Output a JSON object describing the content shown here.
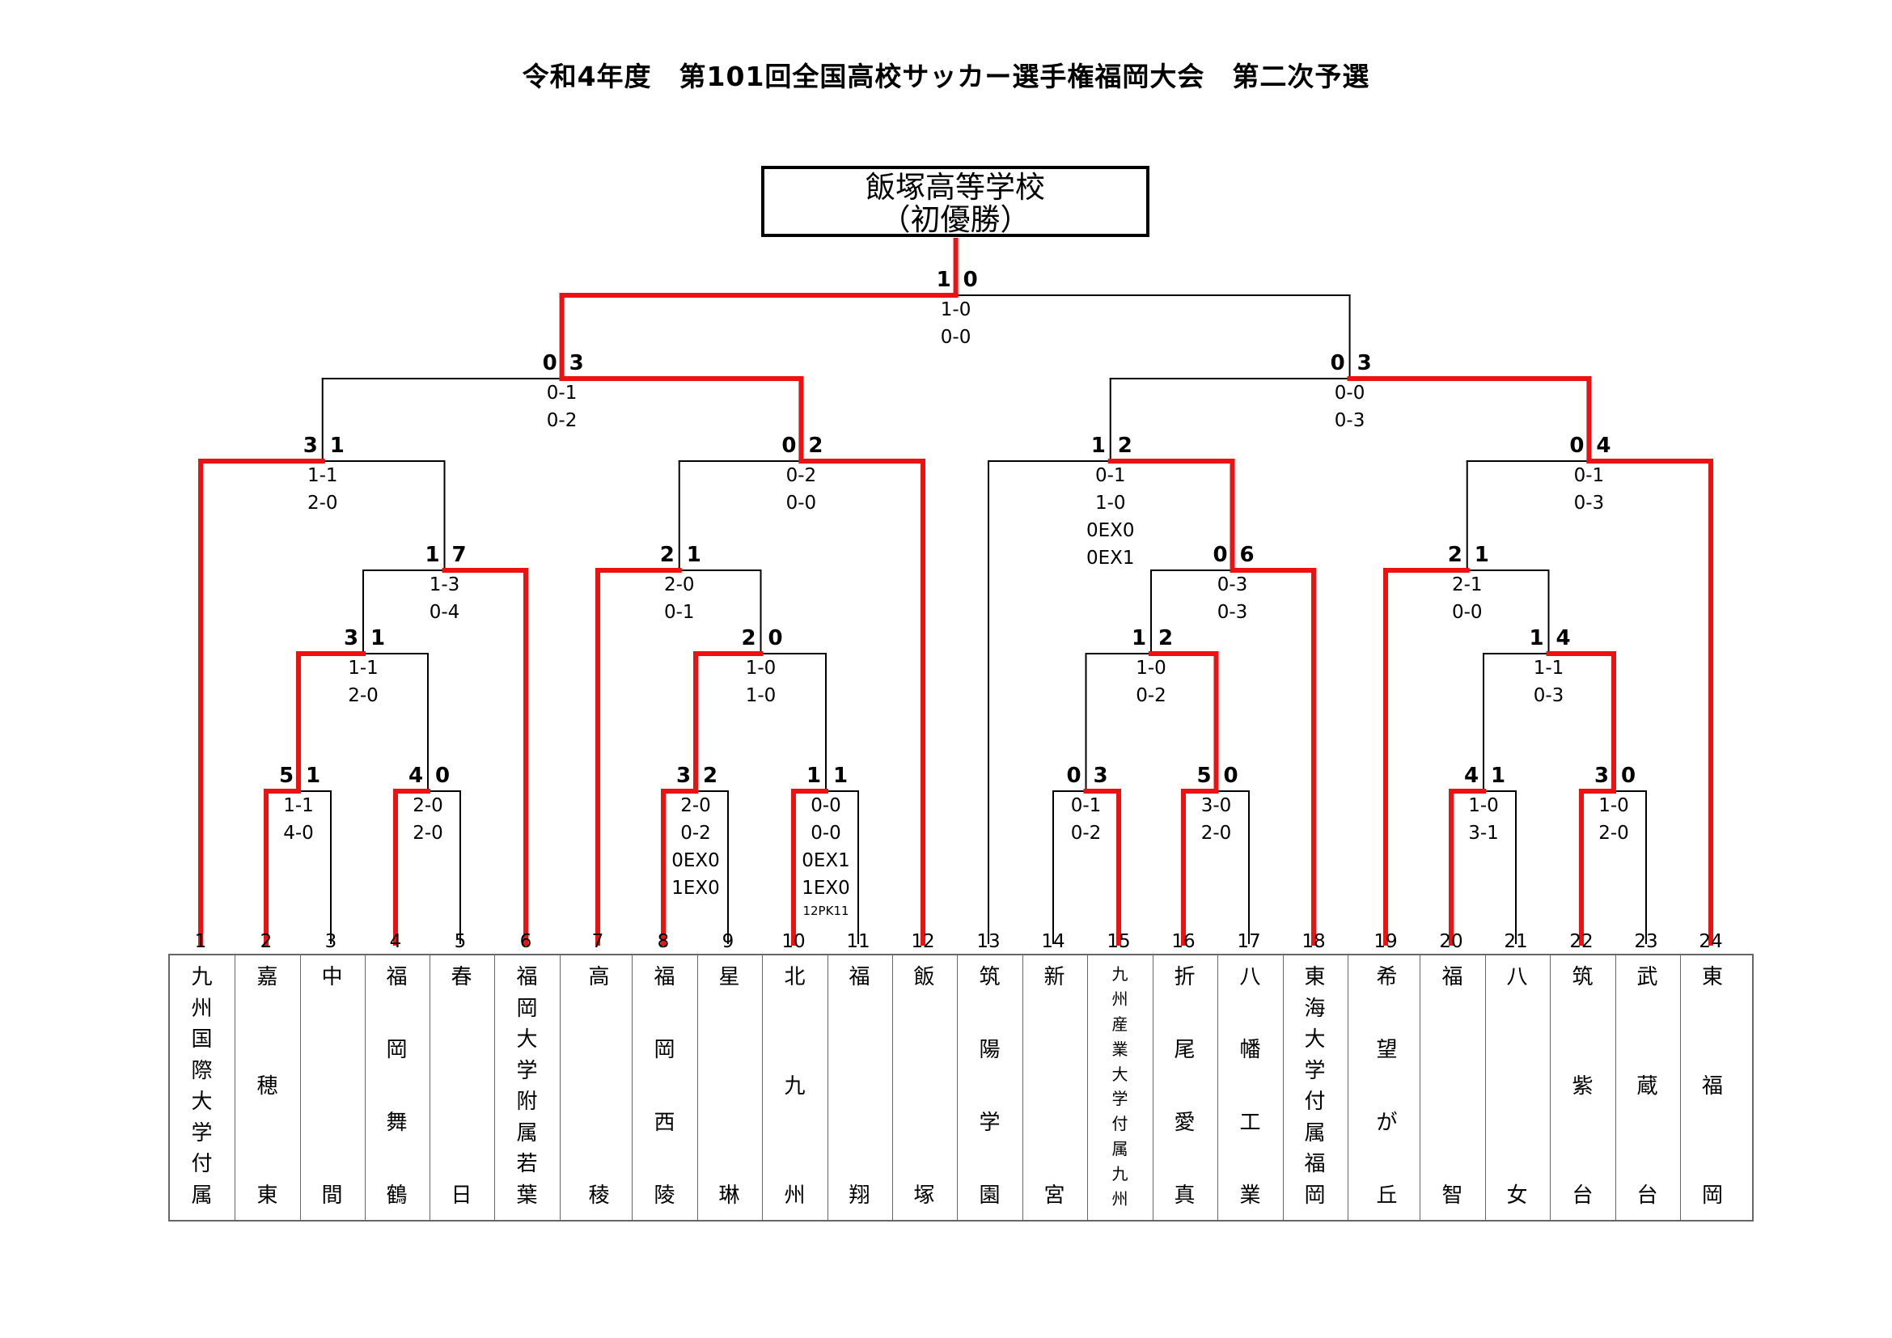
{
  "title": "令和4年度　第101回全国高校サッカー選手権福岡大会　第二次予選",
  "champion": {
    "name": "飯塚高等学校",
    "note": "（初優勝）"
  },
  "colors": {
    "winner_path": "#ee1111",
    "line": "#000000",
    "border": "#666666"
  },
  "teams": [
    {
      "no": "1",
      "name": "九州国際大学付属"
    },
    {
      "no": "2",
      "name": "嘉穂東"
    },
    {
      "no": "3",
      "name": "中間"
    },
    {
      "no": "4",
      "name": "福岡舞鶴"
    },
    {
      "no": "5",
      "name": "春日"
    },
    {
      "no": "6",
      "name": "福岡大学附属若葉"
    },
    {
      "no": "7",
      "name": "高稜"
    },
    {
      "no": "8",
      "name": "福岡西陵"
    },
    {
      "no": "9",
      "name": "星琳"
    },
    {
      "no": "10",
      "name": "北九州"
    },
    {
      "no": "11",
      "name": "福翔"
    },
    {
      "no": "12",
      "name": "飯塚"
    },
    {
      "no": "13",
      "name": "筑陽学園"
    },
    {
      "no": "14",
      "name": "新宮"
    },
    {
      "no": "15",
      "name": "九州産業大学付属九州"
    },
    {
      "no": "16",
      "name": "折尾愛真"
    },
    {
      "no": "17",
      "name": "八幡工業"
    },
    {
      "no": "18",
      "name": "東海大学付属福岡"
    },
    {
      "no": "19",
      "name": "希望が丘"
    },
    {
      "no": "20",
      "name": "福智"
    },
    {
      "no": "21",
      "name": "八女"
    },
    {
      "no": "22",
      "name": "筑紫台"
    },
    {
      "no": "23",
      "name": "武蔵台"
    },
    {
      "no": "24",
      "name": "東福岡"
    }
  ],
  "matches": [
    {
      "id": "m2v3",
      "left": "5",
      "right": "1",
      "halves": [
        "1-1",
        "4-0"
      ]
    },
    {
      "id": "m4v5",
      "left": "4",
      "right": "0",
      "halves": [
        "2-0",
        "2-0"
      ]
    },
    {
      "id": "m8v9",
      "left": "3",
      "right": "2",
      "halves": [
        "2-0",
        "0-2",
        "0EX0",
        "1EX0"
      ]
    },
    {
      "id": "m10v11",
      "left": "1",
      "right": "1",
      "halves": [
        "0-0",
        "0-0",
        "0EX1",
        "1EX0",
        "12PK11"
      ]
    },
    {
      "id": "m14v15",
      "left": "0",
      "right": "3",
      "halves": [
        "0-1",
        "0-2"
      ]
    },
    {
      "id": "m16v17",
      "left": "5",
      "right": "0",
      "halves": [
        "3-0",
        "2-0"
      ]
    },
    {
      "id": "m20v21",
      "left": "4",
      "right": "1",
      "halves": [
        "1-0",
        "3-1"
      ]
    },
    {
      "id": "m22v23",
      "left": "3",
      "right": "0",
      "halves": [
        "1-0",
        "2-0"
      ]
    },
    {
      "id": "r2a",
      "left": "3",
      "right": "1",
      "halves": [
        "1-1",
        "2-0"
      ]
    },
    {
      "id": "r2b",
      "left": "2",
      "right": "0",
      "halves": [
        "1-0",
        "1-0"
      ]
    },
    {
      "id": "r2c",
      "left": "1",
      "right": "2",
      "halves": [
        "1-0",
        "0-2"
      ]
    },
    {
      "id": "r2d",
      "left": "1",
      "right": "4",
      "halves": [
        "1-1",
        "0-3"
      ]
    },
    {
      "id": "r3a",
      "left": "1",
      "right": "7",
      "halves": [
        "1-3",
        "0-4"
      ]
    },
    {
      "id": "r3b",
      "left": "2",
      "right": "1",
      "halves": [
        "2-0",
        "0-1"
      ]
    },
    {
      "id": "r3c",
      "left": "0",
      "right": "6",
      "halves": [
        "0-3",
        "0-3"
      ]
    },
    {
      "id": "r3d",
      "left": "2",
      "right": "1",
      "halves": [
        "2-1",
        "0-0"
      ]
    },
    {
      "id": "qf1",
      "left": "3",
      "right": "1",
      "halves": [
        "1-1",
        "2-0"
      ]
    },
    {
      "id": "qf2",
      "left": "0",
      "right": "2",
      "halves": [
        "0-2",
        "0-0"
      ]
    },
    {
      "id": "qf3",
      "left": "1",
      "right": "2",
      "halves": [
        "0-1",
        "1-0",
        "0EX0",
        "0EX1"
      ]
    },
    {
      "id": "qf4",
      "left": "0",
      "right": "4",
      "halves": [
        "0-1",
        "0-3"
      ]
    },
    {
      "id": "sf1",
      "left": "0",
      "right": "3",
      "halves": [
        "0-1",
        "0-2"
      ]
    },
    {
      "id": "sf2",
      "left": "0",
      "right": "3",
      "halves": [
        "0-0",
        "0-3"
      ]
    },
    {
      "id": "final",
      "left": "1",
      "right": "0",
      "halves": [
        "1-0",
        "0-0"
      ]
    }
  ]
}
